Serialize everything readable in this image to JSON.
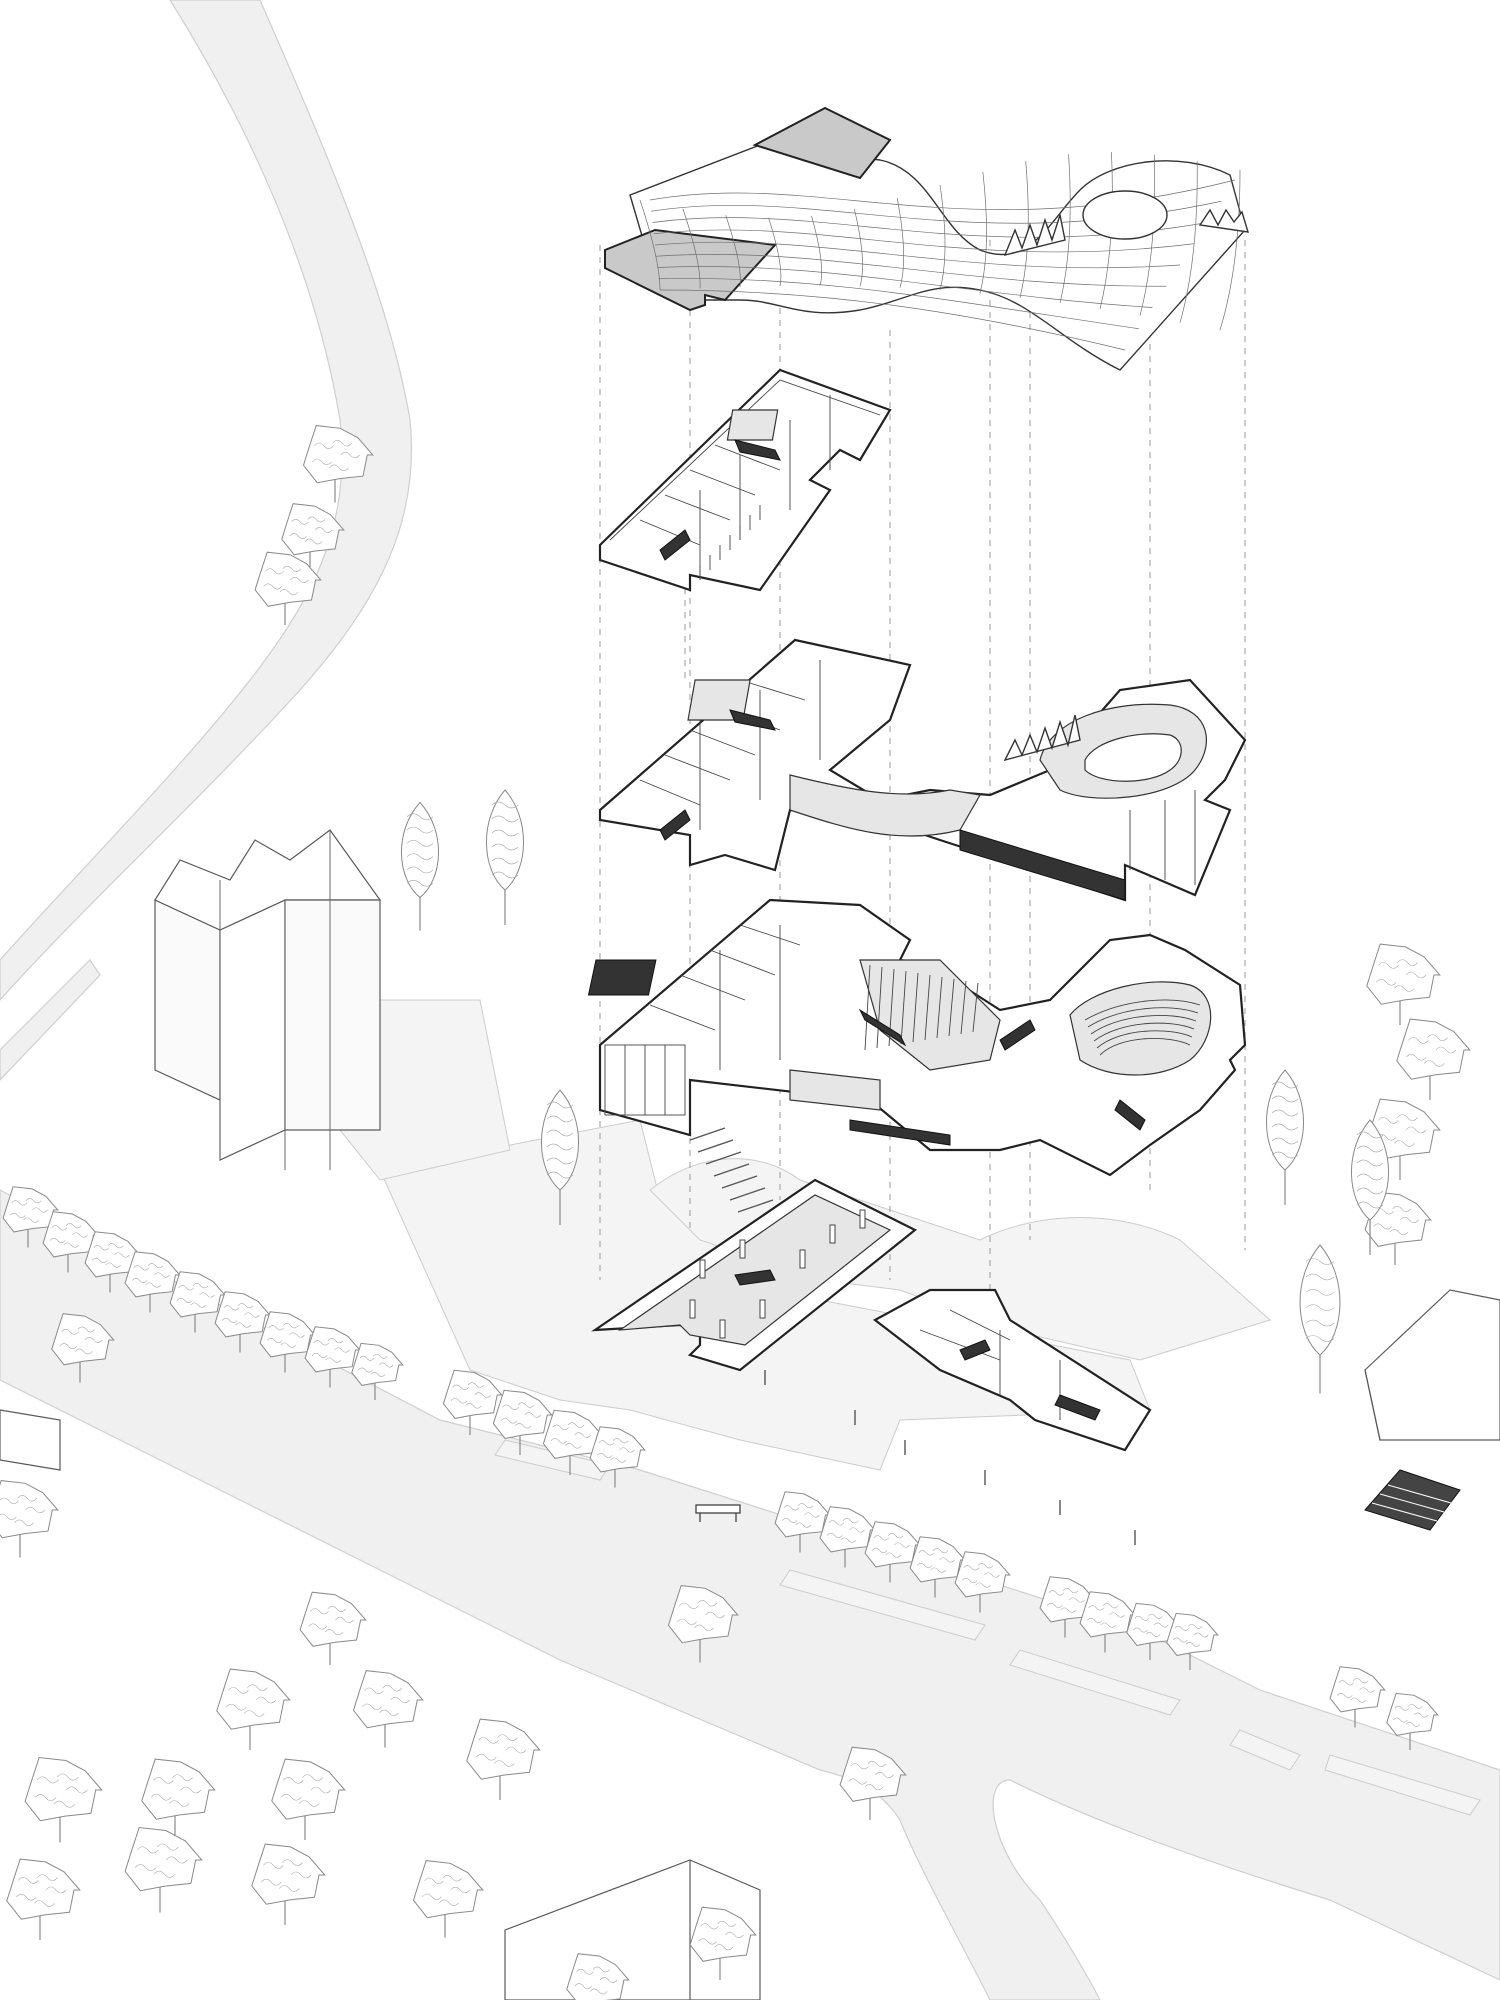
{
  "scene": {
    "background": "#ffffff",
    "line_color": "#333333",
    "road_color": "#f0f0f0",
    "accent_grey": "#c9c9c9"
  },
  "layers": [
    {
      "name": "roof-shell"
    },
    {
      "name": "third-floor-plan"
    },
    {
      "name": "second-floor-plan"
    },
    {
      "name": "ground-floor-plan"
    },
    {
      "name": "basement-plan"
    }
  ],
  "trees": {
    "round": [
      [
        335,
        455,
        38
      ],
      [
        310,
        530,
        34
      ],
      [
        285,
        580,
        36
      ],
      [
        28,
        1210,
        30
      ],
      [
        68,
        1235,
        30
      ],
      [
        110,
        1255,
        30
      ],
      [
        150,
        1275,
        30
      ],
      [
        195,
        1295,
        30
      ],
      [
        240,
        1315,
        30
      ],
      [
        285,
        1335,
        30
      ],
      [
        330,
        1350,
        30
      ],
      [
        375,
        1365,
        28
      ],
      [
        80,
        1340,
        34
      ],
      [
        20,
        1510,
        38
      ],
      [
        470,
        1395,
        32
      ],
      [
        520,
        1415,
        32
      ],
      [
        570,
        1435,
        32
      ],
      [
        615,
        1450,
        30
      ],
      [
        800,
        1515,
        30
      ],
      [
        845,
        1530,
        30
      ],
      [
        890,
        1545,
        30
      ],
      [
        935,
        1560,
        30
      ],
      [
        980,
        1575,
        30
      ],
      [
        1065,
        1600,
        30
      ],
      [
        1105,
        1615,
        30
      ],
      [
        1150,
        1625,
        28
      ],
      [
        1190,
        1635,
        28
      ],
      [
        1355,
        1690,
        30
      ],
      [
        1410,
        1715,
        28
      ],
      [
        1400,
        975,
        40
      ],
      [
        1430,
        1050,
        40
      ],
      [
        1400,
        1130,
        40
      ],
      [
        1395,
        1220,
        36
      ],
      [
        700,
        1615,
        38
      ],
      [
        330,
        1620,
        36
      ],
      [
        250,
        1700,
        40
      ],
      [
        385,
        1700,
        38
      ],
      [
        500,
        1750,
        40
      ],
      [
        60,
        1790,
        42
      ],
      [
        175,
        1790,
        40
      ],
      [
        305,
        1790,
        40
      ],
      [
        160,
        1860,
        42
      ],
      [
        40,
        1890,
        40
      ],
      [
        285,
        1875,
        40
      ],
      [
        445,
        1890,
        38
      ],
      [
        870,
        1775,
        36
      ],
      [
        720,
        1935,
        36
      ],
      [
        595,
        1980,
        34
      ]
    ],
    "columnar": [
      [
        420,
        850,
        26,
        95
      ],
      [
        505,
        840,
        26,
        100
      ],
      [
        560,
        1140,
        26,
        100
      ],
      [
        1285,
        1120,
        26,
        100
      ],
      [
        1320,
        1300,
        28,
        110
      ],
      [
        1370,
        1170,
        26,
        100
      ]
    ]
  }
}
